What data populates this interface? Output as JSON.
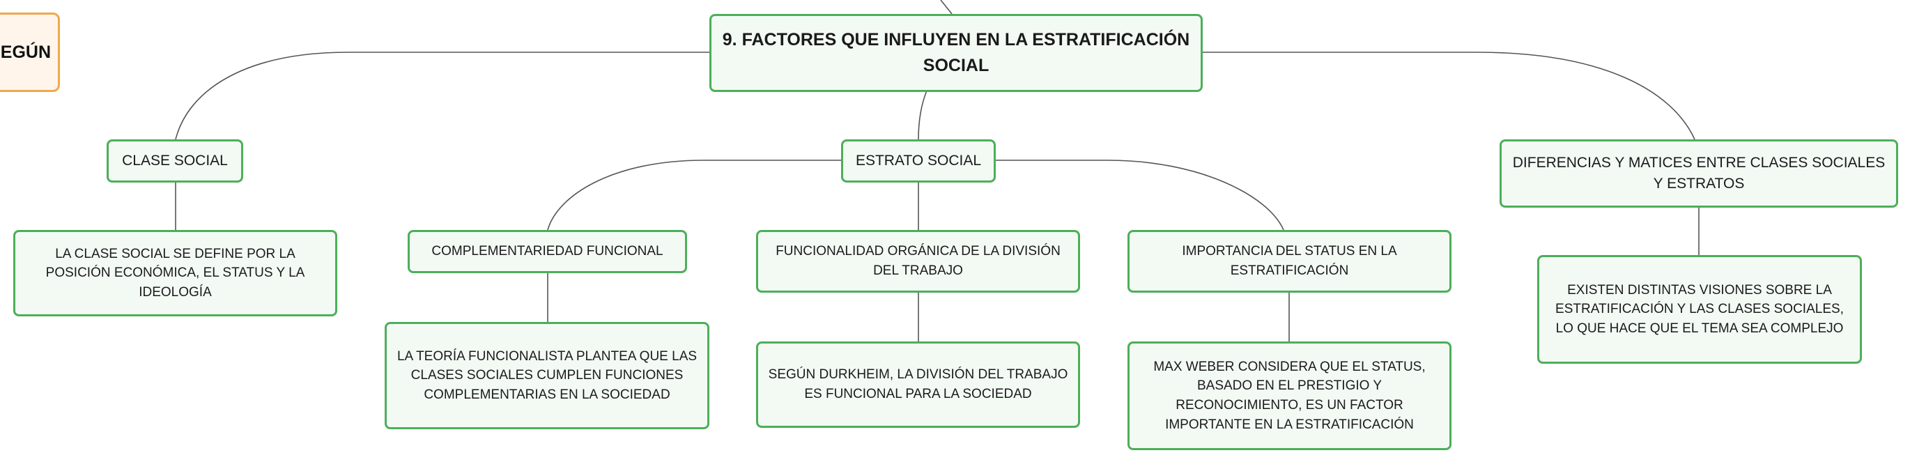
{
  "colors": {
    "node_border": "#4caf5a",
    "node_fill": "#f3faf4",
    "offpage_border": "#f0a84a",
    "offpage_fill": "#fff5eb",
    "link": "#555555"
  },
  "offpage_fragment": "SEGÚN",
  "root": "9. FACTORES QUE INFLUYEN EN LA ESTRATIFICACIÓN SOCIAL",
  "branches": {
    "clase_social": {
      "label": "CLASE SOCIAL",
      "detail": "LA CLASE SOCIAL SE DEFINE POR LA POSICIÓN ECONÓMICA, EL STATUS Y LA IDEOLOGÍA"
    },
    "estrato_social": {
      "label": "ESTRATO SOCIAL",
      "children": [
        {
          "label": "COMPLEMENTARIEDAD FUNCIONAL",
          "detail": "LA TEORÍA FUNCIONALISTA PLANTEA QUE LAS CLASES SOCIALES CUMPLEN FUNCIONES COMPLEMENTARIAS EN LA SOCIEDAD"
        },
        {
          "label": "FUNCIONALIDAD ORGÁNICA DE LA DIVISIÓN DEL TRABAJO",
          "detail": "SEGÚN DURKHEIM, LA DIVISIÓN DEL TRABAJO ES FUNCIONAL PARA LA SOCIEDAD"
        },
        {
          "label": "IMPORTANCIA DEL STATUS EN LA ESTRATIFICACIÓN",
          "detail": "MAX WEBER CONSIDERA QUE EL STATUS, BASADO EN EL PRESTIGIO Y RECONOCIMIENTO, ES UN FACTOR IMPORTANTE EN LA ESTRATIFICACIÓN"
        }
      ]
    },
    "diferencias": {
      "label": "DIFERENCIAS Y MATICES ENTRE CLASES SOCIALES Y ESTRATOS",
      "detail": "EXISTEN DISTINTAS VISIONES SOBRE LA ESTRATIFICACIÓN Y LAS CLASES SOCIALES, LO QUE HACE QUE EL TEMA SEA COMPLEJO"
    }
  }
}
